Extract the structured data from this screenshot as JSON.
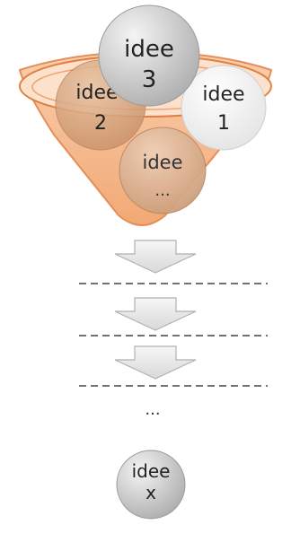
{
  "ideas": {
    "idea3": {
      "line1": "idee",
      "line2": "3"
    },
    "idea2": {
      "line1": "idee",
      "line2": "2"
    },
    "idea1": {
      "line1": "idee",
      "line2": "1"
    },
    "idea_n": {
      "line1": "idee",
      "line2": "..."
    }
  },
  "continuation": "...",
  "result": {
    "line1": "idee",
    "line2": "x"
  },
  "colors": {
    "funnel_fill": "#f6b98a",
    "funnel_stroke": "#e8864a",
    "funnel_inner": "#fde2cd",
    "gray_bubble": "#c9c9c9",
    "tan_bubble": "#d9ad8c",
    "arrow_fill": "#eaeaea",
    "arrow_stroke": "#b4b4b4",
    "dash": "#444444"
  }
}
